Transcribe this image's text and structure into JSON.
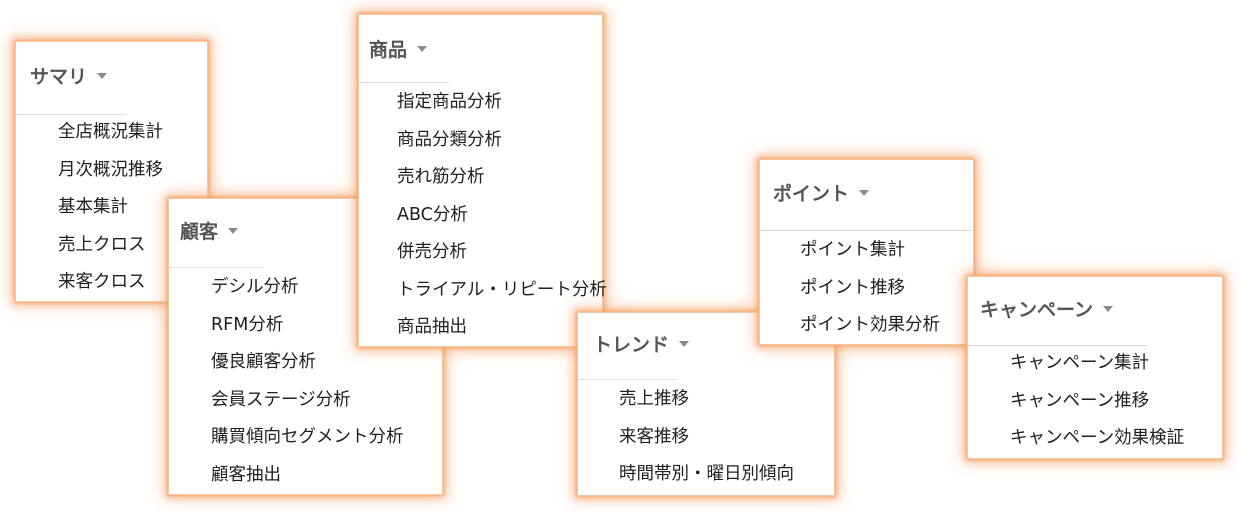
{
  "menus": {
    "summary": {
      "title": "サマリ",
      "items": [
        "全店概況集計",
        "月次概況推移",
        "基本集計",
        "売上クロス",
        "来客クロス"
      ]
    },
    "customer": {
      "title": "顧客",
      "items": [
        "デシル分析",
        "RFM分析",
        "優良顧客分析",
        "会員ステージ分析",
        "購買傾向セグメント分析",
        "顧客抽出"
      ]
    },
    "product": {
      "title": "商品",
      "items": [
        "指定商品分析",
        "商品分類分析",
        "売れ筋分析",
        "ABC分析",
        "併売分析",
        "トライアル・リピート分析",
        "商品抽出"
      ]
    },
    "trend": {
      "title": "トレンド",
      "items": [
        "売上推移",
        "来客推移",
        "時間帯別・曜日別傾向"
      ]
    },
    "point": {
      "title": "ポイント",
      "items": [
        "ポイント集計",
        "ポイント推移",
        "ポイント効果分析"
      ]
    },
    "campaign": {
      "title": "キャンペーン",
      "items": [
        "キャンペーン集計",
        "キャンペーン推移",
        "キャンペーン効果検証"
      ]
    }
  },
  "colors": {
    "glow": "#f6a76a",
    "header_text": "#555555",
    "item_text": "#1f1f1f",
    "divider": "#dedede"
  }
}
